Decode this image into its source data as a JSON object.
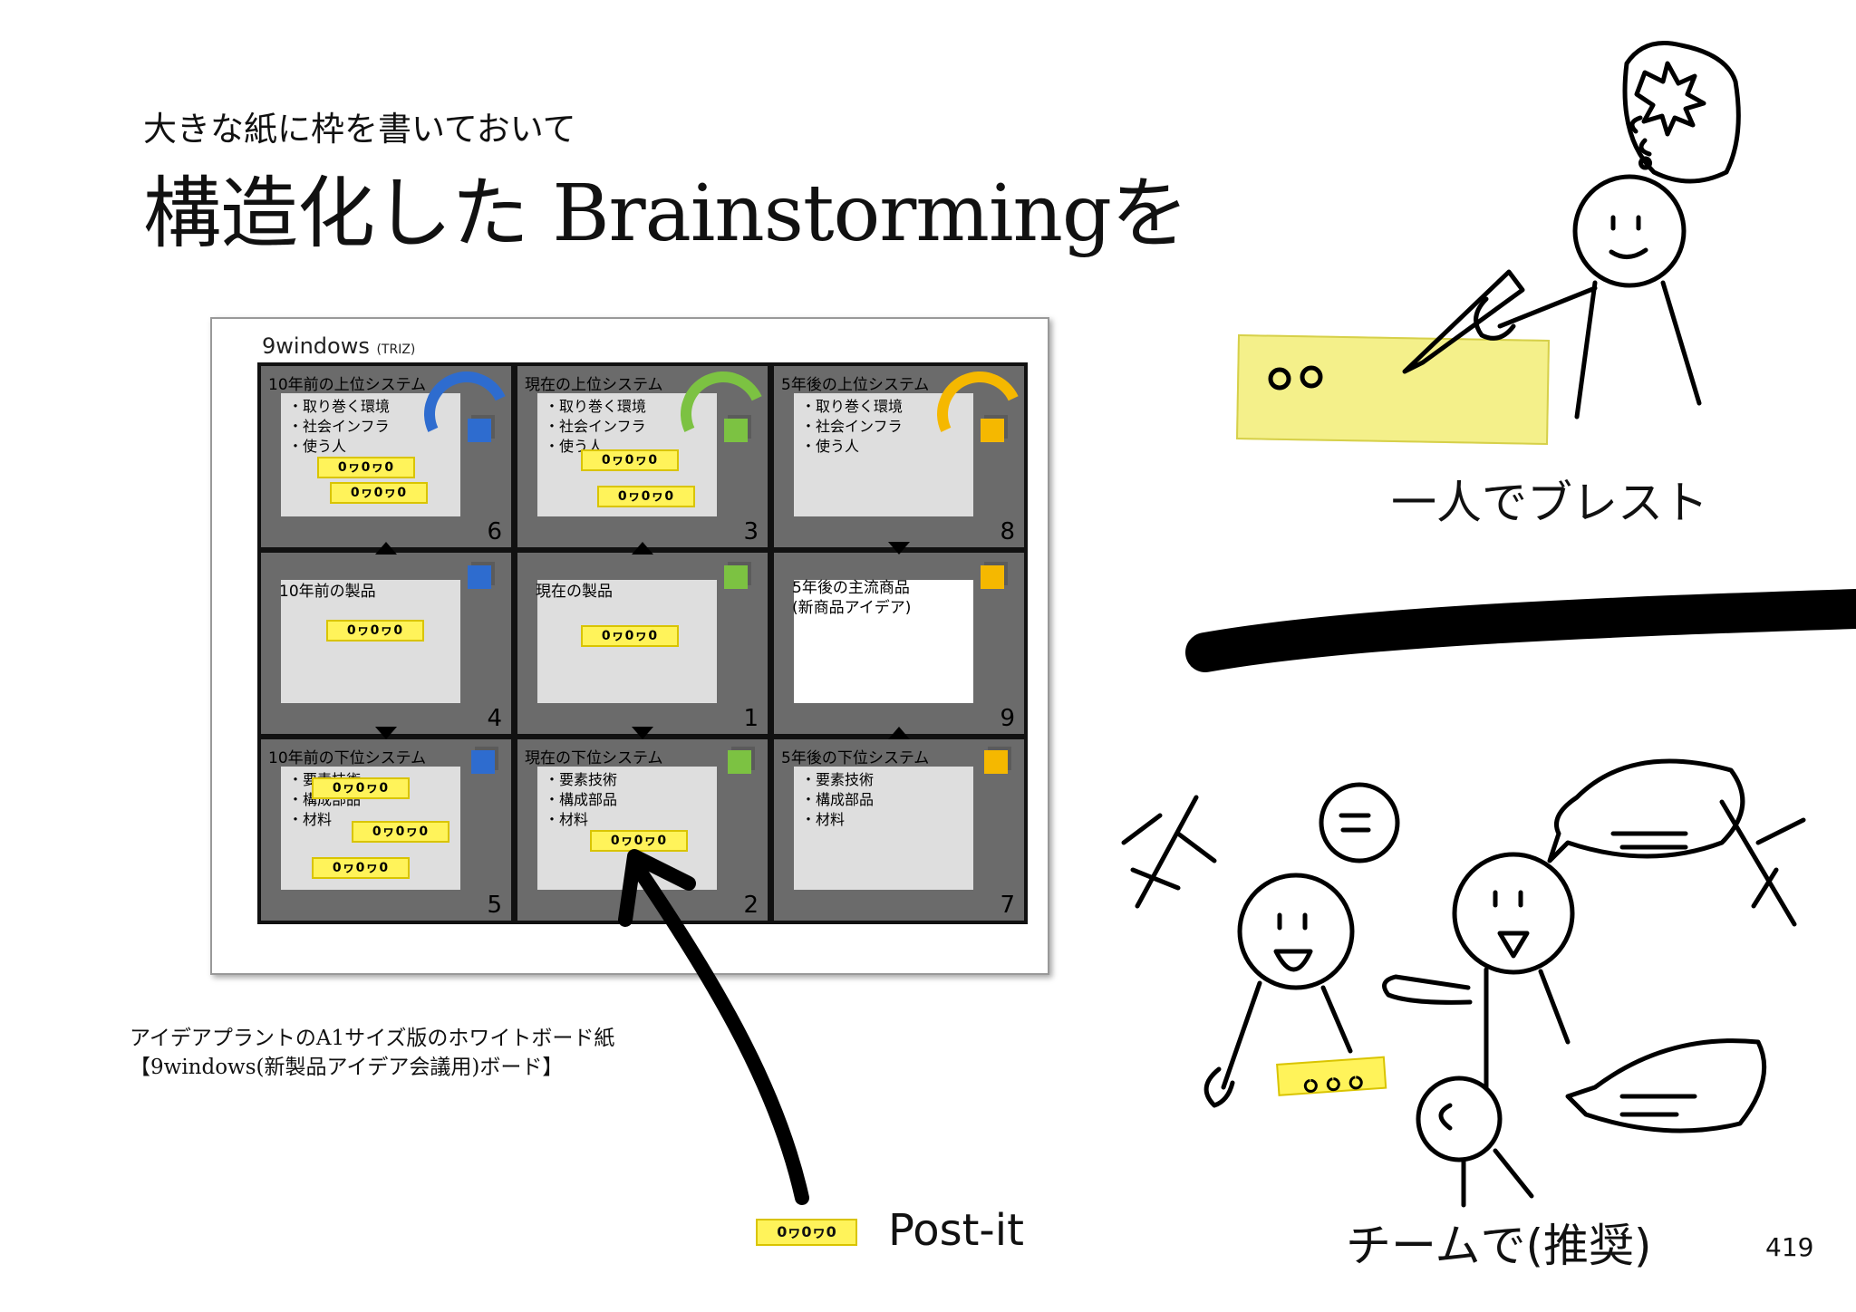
{
  "slide": {
    "subtitle": "大きな紙に枠を書いておいて",
    "title": "構造化した Brainstormingを",
    "page_number": "419"
  },
  "board": {
    "title_main": "9windows",
    "title_sub": "(TRIZ)",
    "cells": [
      {
        "title": "10年前の上位システム",
        "items": [
          "・取り巻く環境",
          "・社会インフラ",
          "・使う人"
        ],
        "number": "6",
        "color": "blue"
      },
      {
        "title": "現在の上位システム",
        "items": [
          "・取り巻く環境",
          "・社会インフラ",
          "・使う人"
        ],
        "number": "3",
        "color": "green"
      },
      {
        "title": "5年後の上位システム",
        "items": [
          "・取り巻く環境",
          "・社会インフラ",
          "・使う人"
        ],
        "number": "8",
        "color": "yellow"
      },
      {
        "label": "10年前の製品",
        "number": "4",
        "color": "blue"
      },
      {
        "label": "現在の製品",
        "number": "1",
        "color": "green"
      },
      {
        "label": "5年後の主流商品\n(新商品アイデア)",
        "number": "9",
        "color": "yellow"
      },
      {
        "title": "10年前の下位システム",
        "items": [
          "・要素技術",
          "・構成部品",
          "・材料"
        ],
        "number": "5",
        "color": "blue"
      },
      {
        "title": "現在の下位システム",
        "items": [
          "・要素技術",
          "・構成部品",
          "・材料"
        ],
        "number": "2",
        "color": "green"
      },
      {
        "title": "5年後の下位システム",
        "items": [
          "・要素技術",
          "・構成部品",
          "・材料"
        ],
        "number": "7",
        "color": "yellow"
      }
    ],
    "postit_text": "0ヮ0ヮ0",
    "colors": {
      "blue": "#2e6ccf",
      "green": "#7cc242",
      "yellow": "#f5b800",
      "postit": "#fff35a"
    }
  },
  "caption": {
    "line1": "アイデアプラントのA1サイズ版のホワイトボード紙",
    "line2": "【9windows(新製品アイデア会議用)ボード】"
  },
  "legend": {
    "postit_text": "0ヮ0ヮ0",
    "label": "Post-it"
  },
  "solo": {
    "label": "一人でブレスト"
  },
  "team": {
    "label": "チームで(推奨)"
  }
}
